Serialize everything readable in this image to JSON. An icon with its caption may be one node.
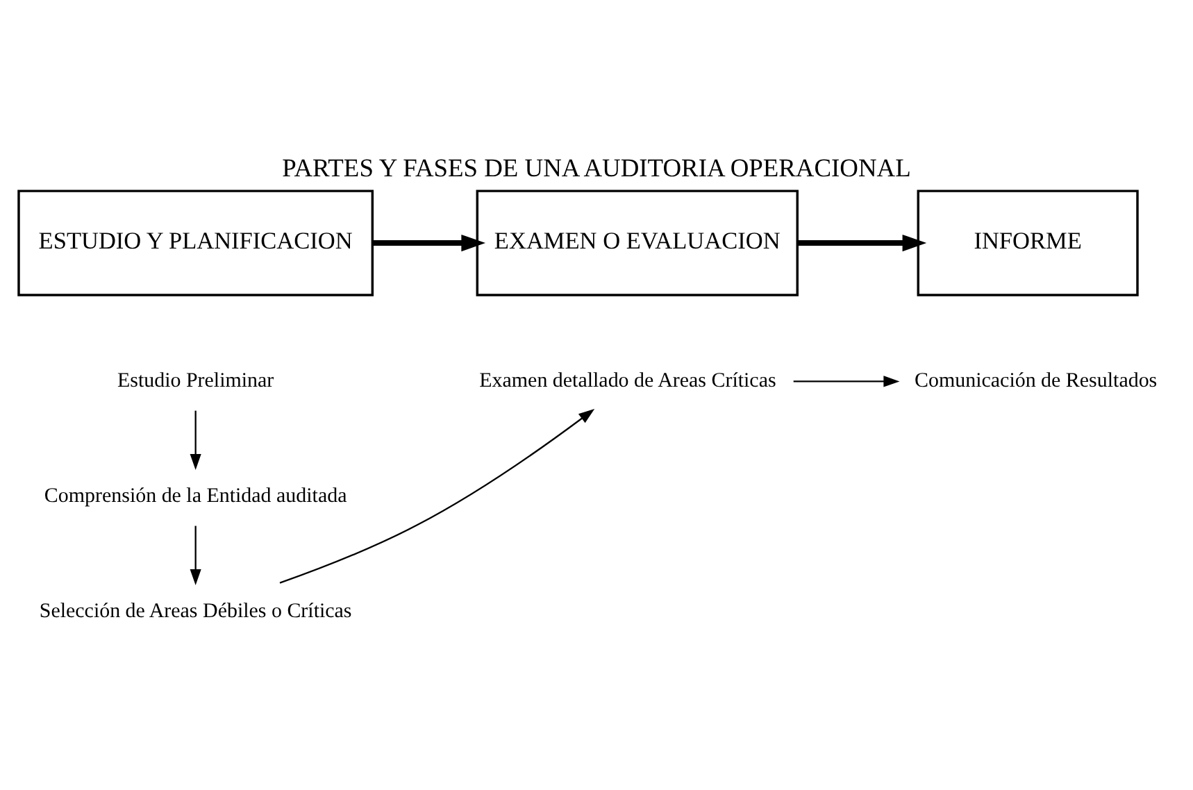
{
  "diagram": {
    "title": "PARTES Y FASES DE UNA AUDITORIA OPERACIONAL",
    "nodes": [
      {
        "text": [
          "ESTUDIO Y PLANIFICACION"
        ]
      },
      {
        "text": [
          "EXAMEN O EVALUACION"
        ]
      },
      {
        "text": [
          "INFORME"
        ]
      },
      {
        "text": [
          "Estudio Preliminar"
        ]
      },
      {
        "text": [
          "Comprensión de la Entidad auditada"
        ]
      },
      {
        "text": [
          "Selección de Areas Débiles o Críticas"
        ]
      },
      {
        "text": [
          "Examen detallado de Areas Críticas"
        ]
      },
      {
        "text": [
          "Comunicación de Resultados"
        ]
      }
    ],
    "edges": [
      {
        "from": 0,
        "to": 1,
        "arrow": "to",
        "style": "thick"
      },
      {
        "from": 1,
        "to": 2,
        "arrow": "to",
        "style": "thick"
      },
      {
        "from": 3,
        "to": 4,
        "arrow": "to"
      },
      {
        "from": 4,
        "to": 5,
        "arrow": "to"
      },
      {
        "from": 5,
        "to": 6,
        "arrow": "to"
      },
      {
        "from": 6,
        "to": 7,
        "arrow": "to"
      }
    ]
  }
}
